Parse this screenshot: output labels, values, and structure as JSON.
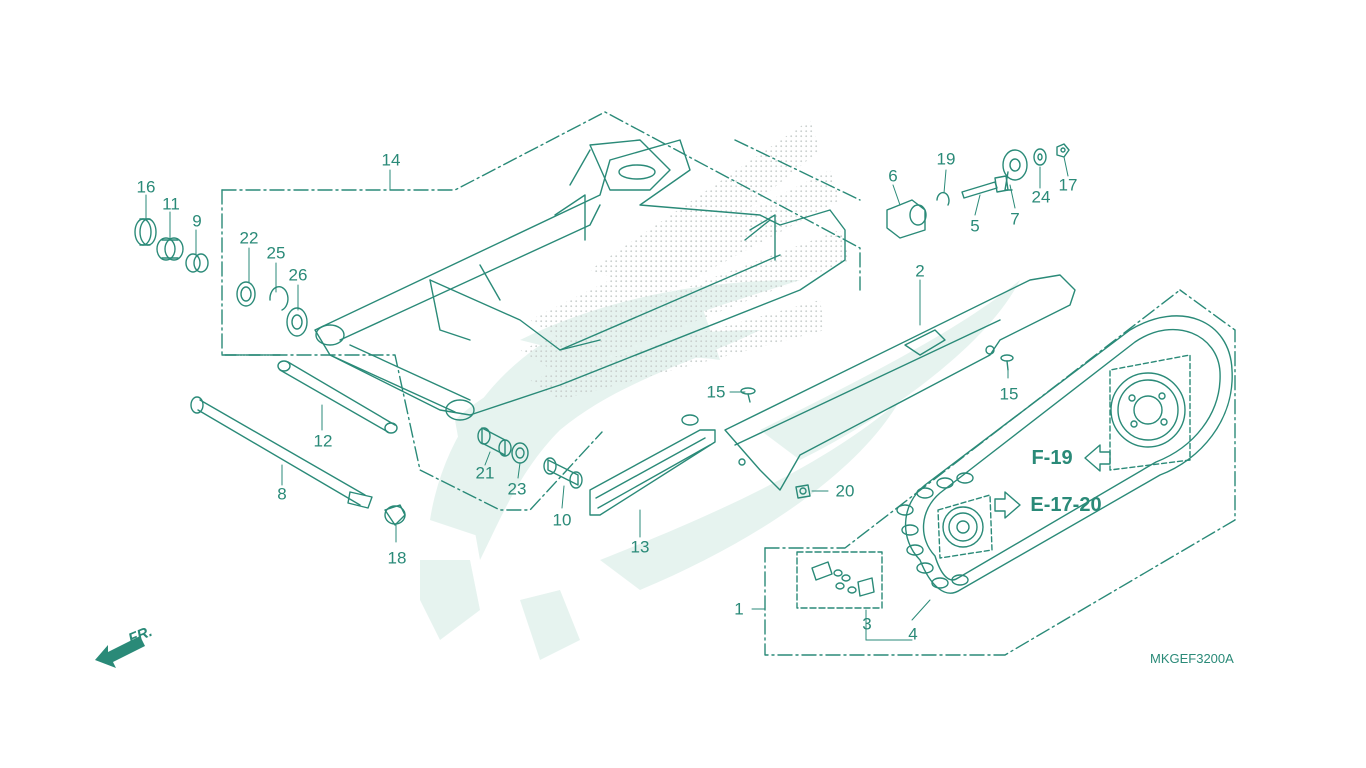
{
  "colors": {
    "ink": "#2a8a78",
    "watermark": "#e6f3ef",
    "dots": "#c9cfcd"
  },
  "parts": [
    "1",
    "2",
    "3",
    "4",
    "5",
    "6",
    "7",
    "8",
    "9",
    "10",
    "11",
    "12",
    "13",
    "14",
    "15",
    "15",
    "16",
    "17",
    "18",
    "19",
    "20",
    "21",
    "22",
    "23",
    "24",
    "25",
    "26"
  ],
  "refs": {
    "f19": "F-19",
    "e1720": "E-17-20"
  },
  "direction": {
    "front": "FR.",
    "icon": "front-arrow-icon"
  },
  "diagram_code": "MKGEF3200A"
}
